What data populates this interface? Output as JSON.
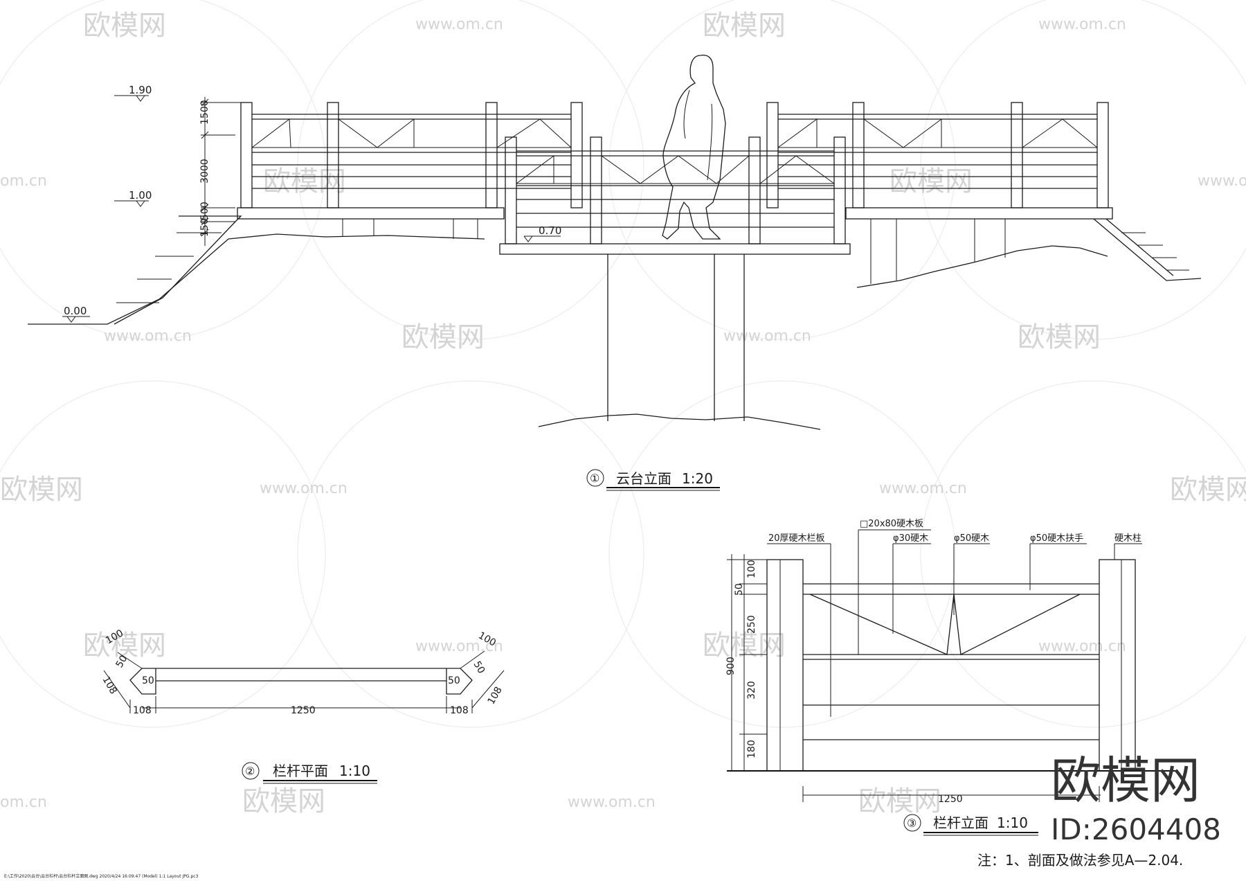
{
  "watermarks": {
    "brand_cn": "欧模网",
    "url": "www.om.cn",
    "url_short": "om.cn"
  },
  "views": {
    "elevation": {
      "number": "①",
      "title": "云台立面",
      "scale": "1:20",
      "levels": [
        "1.90",
        "1.00",
        "0.70",
        "0.00"
      ],
      "dims": [
        "1500",
        "3000",
        "500",
        "150"
      ]
    },
    "rail_plan": {
      "number": "②",
      "title": "栏杆平面",
      "scale": "1:10",
      "dims": {
        "angle_a": "100",
        "angle_b": "50",
        "inner_left": "50",
        "inner_right": "50",
        "side_left": "108",
        "side_right": "108",
        "bottom_left": "108",
        "bottom_right": "108",
        "length": "1250"
      }
    },
    "rail_elevation": {
      "number": "③",
      "title": "栏杆立面",
      "scale": "1:10",
      "labels": [
        "20厚硬木栏板",
        "□20x80硬木板",
        "φ30硬木",
        "φ50硬木",
        "φ50硬木扶手",
        "硬木柱"
      ],
      "dims": {
        "d100": "100",
        "d50": "50",
        "d250": "250",
        "d900": "900",
        "d320": "320",
        "d180": "180",
        "width": "1250"
      }
    }
  },
  "note": "注：1、剖面及做法参见A—2.04.",
  "brand": {
    "name": "欧模网",
    "id": "ID:2604408"
  },
  "footer_path": "E:\\工作\\2020\\云台\\云台栏杆\\云台栏杆立面图.dwg  2020/4/24 16:09:47  (Model)  1:1  Layout JPG.pc3"
}
